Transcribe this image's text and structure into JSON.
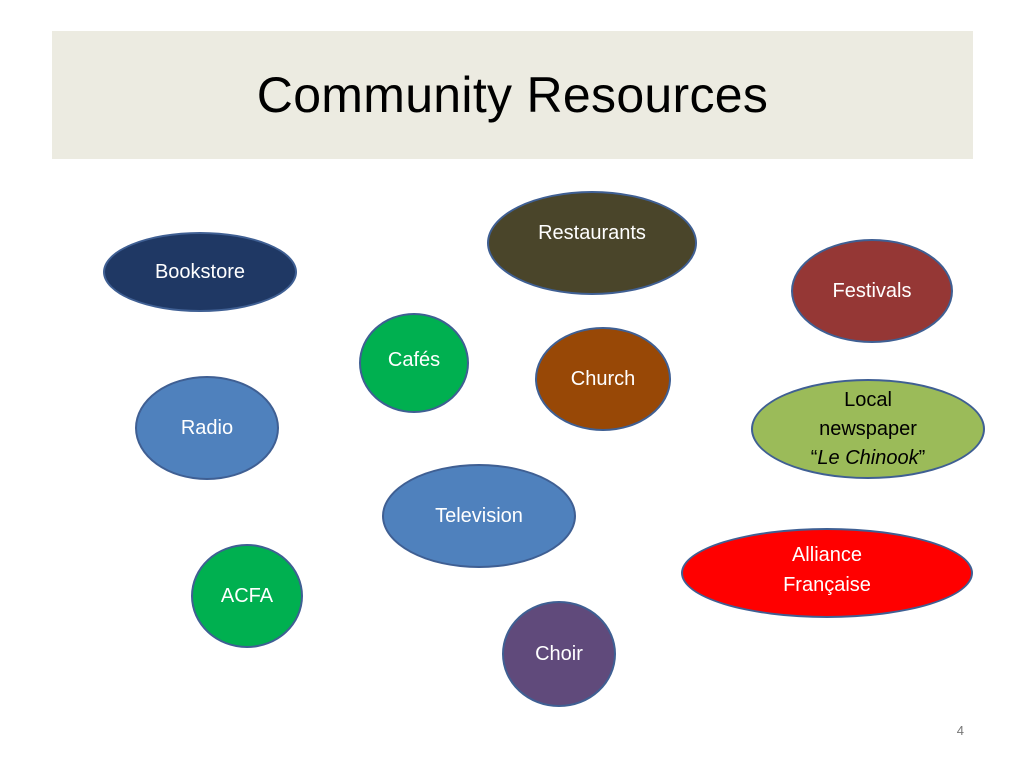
{
  "slide": {
    "title": "Community Resources",
    "page_number": "4"
  },
  "bubbles": {
    "bookstore": {
      "label": "Bookstore",
      "color": "#1f3864"
    },
    "restaurants": {
      "label": "Restaurants",
      "color": "#4a452a"
    },
    "festivals": {
      "label": "Festivals",
      "color": "#953735"
    },
    "cafes": {
      "label": "Cafés",
      "color": "#00b050"
    },
    "church": {
      "label": "Church",
      "color": "#984806"
    },
    "radio": {
      "label": "Radio",
      "color": "#4f81bd"
    },
    "local_newspaper": {
      "line1": "Local",
      "line2": "newspaper",
      "quote_open": "“",
      "name": "Le Chinook",
      "quote_close": "”",
      "color": "#9bbb59"
    },
    "television": {
      "label": "Television",
      "color": "#4f81bd"
    },
    "alliance_francaise": {
      "line1": "Alliance",
      "line2": "Française",
      "color": "#ff0000"
    },
    "acfa": {
      "label": "ACFA",
      "color": "#00b050"
    },
    "choir": {
      "label": "Choir",
      "color": "#604a7b"
    }
  }
}
